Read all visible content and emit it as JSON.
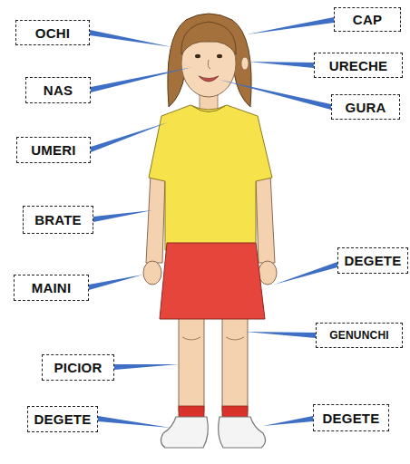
{
  "diagram": {
    "nodes": [
      {
        "text": [
          "OCHI"
        ]
      },
      {
        "text": [
          "CAP"
        ]
      },
      {
        "text": [
          "URECHE"
        ]
      },
      {
        "text": [
          "NAS"
        ]
      },
      {
        "text": [
          "GURA"
        ]
      },
      {
        "text": [
          "UMERI"
        ]
      },
      {
        "text": [
          "BRATE"
        ]
      },
      {
        "text": [
          "DEGETE"
        ]
      },
      {
        "text": [
          "MAINI"
        ]
      },
      {
        "text": [
          "GENUNCHI"
        ]
      },
      {
        "text": [
          "PICIOR"
        ]
      },
      {
        "text": [
          "DEGETE"
        ]
      },
      {
        "text": [
          "DEGETE"
        ]
      }
    ]
  }
}
